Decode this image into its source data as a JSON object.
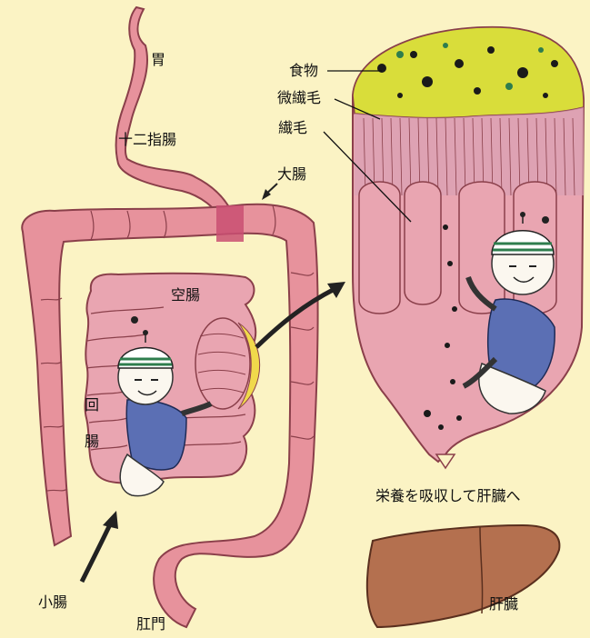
{
  "labels": {
    "stomach": "胃",
    "duodenum": "十二指腸",
    "large_intestine": "大腸",
    "jejunum": "空腸",
    "ileum_1": "回",
    "ileum_2": "腸",
    "small_intestine": "小腸",
    "anus": "肛門",
    "food": "食物",
    "microvilli": "微繊毛",
    "villi": "繊毛",
    "absorption": "栄養を吸収して肝臓へ",
    "liver": "肝臓"
  },
  "colors": {
    "background": "#fbf3c4",
    "intestine": "#e7929c",
    "intestine_outline": "#8a3f4a",
    "villus": "#e9a5b1",
    "food_layer": "#d9dd3a",
    "shirt": "#5b6fb4",
    "liver": "#b4704f",
    "arrow": "#222222"
  }
}
